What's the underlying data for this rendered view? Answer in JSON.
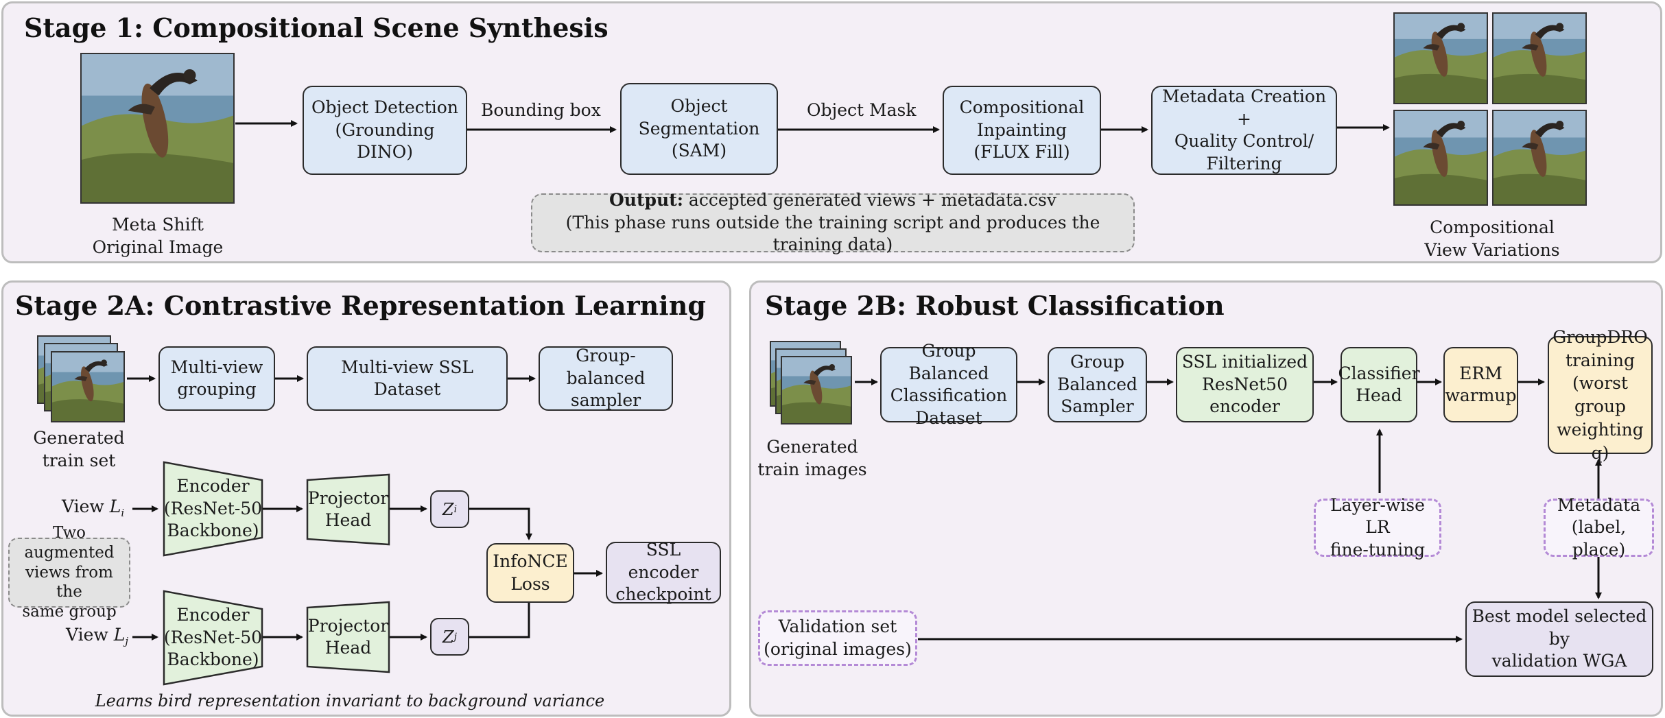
{
  "stage1": {
    "title": "Stage 1: Compositional Scene Synthesis",
    "original_caption": "Meta Shift\nOriginal Image",
    "detect": "Object Detection\n(Grounding DINO)",
    "edge_bbox": "Bounding box",
    "segment": "Object\nSegmentation\n(SAM)",
    "edge_mask": "Object Mask",
    "inpaint": "Compositional\nInpainting\n(FLUX Fill)",
    "metadata": "Metadata Creation +\nQuality Control/\nFiltering",
    "variations_caption": "Compositional\nView Variations",
    "output_bold": "Output:",
    "output_rest": " accepted generated views + metadata.csv",
    "output_line2": "(This phase runs outside the training script and produces the training data)"
  },
  "stage2a": {
    "title": "Stage 2A: Contrastive Representation Learning",
    "train_set_caption": "Generated\ntrain set",
    "multiview_grouping": "Multi-view\ngrouping",
    "ssl_dataset": "Multi-view SSL Dataset",
    "sampler": "Group-balanced\nsampler",
    "view_i_prefix": "View ",
    "view_i_var": "L",
    "view_i_sub": "i",
    "view_j_prefix": "View ",
    "view_j_var": "L",
    "view_j_sub": "j",
    "encoder_top": "Encoder\n(ResNet-50\nBackbone)",
    "encoder_bottom": "Encoder\n(ResNet-50\nBackbone)",
    "projector_top": "Projector\nHead",
    "projector_bottom": "Projector\nHead",
    "z_i_var": "Z",
    "z_i_sub": "i",
    "z_j_var": "Z",
    "z_j_sub": "j",
    "infonce": "InfoNCE\nLoss",
    "checkpoint": "SSL encoder\ncheckpoint",
    "aug_note": "Two augmented\nviews from the\nsame group",
    "footer": "Learns bird representation invariant to background variance"
  },
  "stage2b": {
    "title": "Stage 2B: Robust Classification",
    "train_images_caption": "Generated\ntrain images",
    "group_dataset": "Group Balanced\nClassification\nDataset",
    "group_sampler": "Group\nBalanced\nSampler",
    "ssl_encoder": "SSL initialized\nResNet50\nencoder",
    "classifier": "Classifier\nHead",
    "erm": "ERM\nwarmup",
    "groupdro": "GroupDRO\ntraining\n(worst group\nweighting q)",
    "layerwise": "Layer-wise LR\nfine-tuning",
    "metadata": "Metadata\n(label, place)",
    "validation": "Validation set\n(original images)",
    "best_model": "Best model selected by\nvalidation WGA"
  },
  "colors": {
    "panel_bg": "#f4eff6",
    "panel_border": "#bdbdbd",
    "blue_box": "#dde8f6",
    "green_box": "#e2f1dc",
    "yellow_box": "#fcefcf",
    "lavender_box": "#e7e2f1",
    "dashed_gray": "#e3e3e3",
    "dashed_purple_border": "#b48ad6"
  }
}
